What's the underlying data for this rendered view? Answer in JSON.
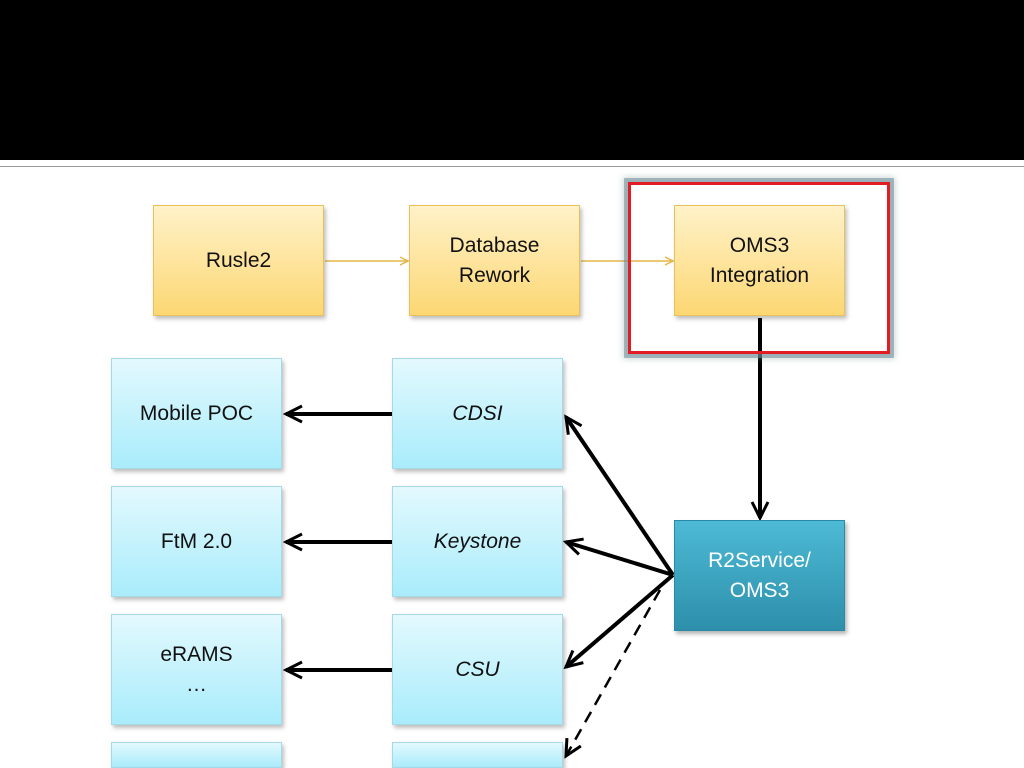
{
  "top_row": [
    {
      "label": "Rusle2"
    },
    {
      "label": "Database\nRework"
    },
    {
      "label": "OMS3\nIntegration"
    }
  ],
  "service": {
    "label": "R2Service/\nOMS3"
  },
  "apps": [
    {
      "label": "Mobile POC"
    },
    {
      "label": "FtM 2.0"
    },
    {
      "label": "eRAMS\n…"
    },
    {
      "label": ""
    }
  ],
  "providers": [
    {
      "label": "CDSI"
    },
    {
      "label": "Keystone"
    },
    {
      "label": "CSU"
    },
    {
      "label": ""
    }
  ],
  "colors": {
    "highlight": "#e31b23",
    "yellow_box": "#fcd773",
    "blue_box": "#a9ecfb",
    "service_box": "#2d8fab",
    "title_bar": "#000000"
  }
}
